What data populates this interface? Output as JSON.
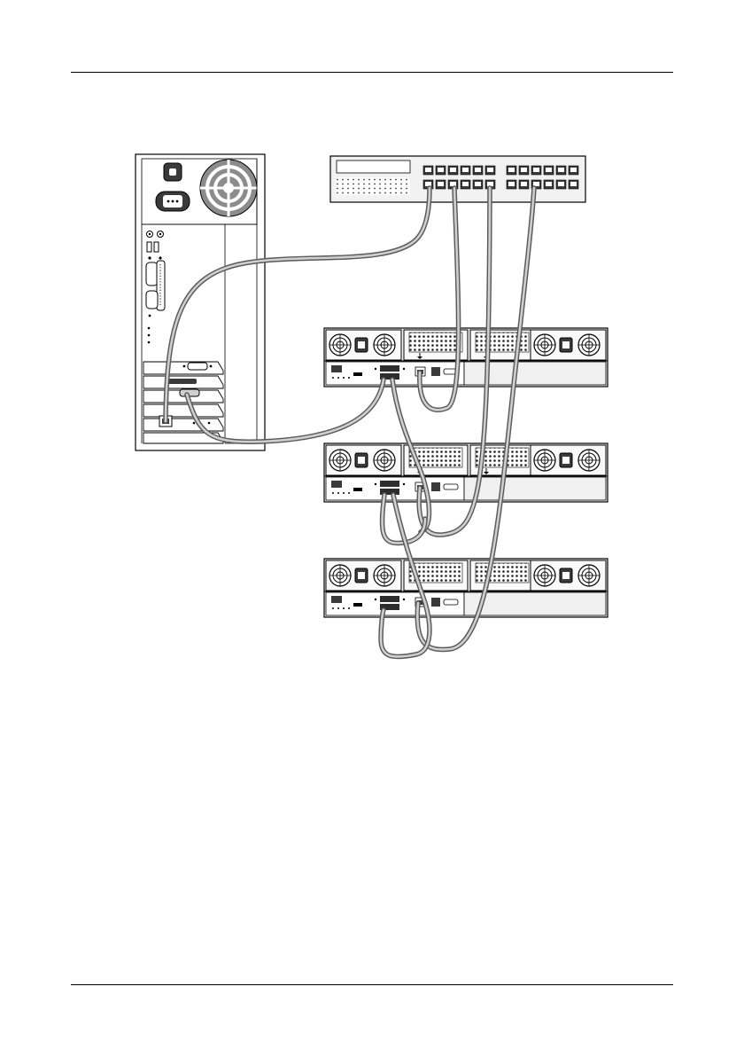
{
  "page": {
    "header_rule": true,
    "footer_rule": true
  },
  "diagram": {
    "description_visible_text": "",
    "devices": [
      {
        "id": "host-computer",
        "kind": "tower-pc-rear",
        "icon": "computer-icon"
      },
      {
        "id": "network-switch",
        "kind": "ethernet-switch",
        "icon": "switch-icon"
      },
      {
        "id": "storage-enclosure-1",
        "kind": "rack-enclosure-rear",
        "icon": "enclosure-icon"
      },
      {
        "id": "storage-enclosure-2",
        "kind": "rack-enclosure-rear",
        "icon": "enclosure-icon"
      },
      {
        "id": "storage-enclosure-3",
        "kind": "rack-enclosure-rear",
        "icon": "enclosure-icon"
      }
    ],
    "connections": [
      {
        "from": "host-computer",
        "to": "network-switch",
        "type": "ethernet"
      },
      {
        "from": "host-computer",
        "to": "storage-enclosure-1",
        "type": "sas"
      },
      {
        "from": "storage-enclosure-1",
        "to": "network-switch",
        "type": "ethernet"
      },
      {
        "from": "storage-enclosure-2",
        "to": "network-switch",
        "type": "ethernet"
      },
      {
        "from": "storage-enclosure-3",
        "to": "network-switch",
        "type": "ethernet"
      },
      {
        "from": "storage-enclosure-1",
        "to": "storage-enclosure-2",
        "type": "sas"
      },
      {
        "from": "storage-enclosure-2",
        "to": "storage-enclosure-3",
        "type": "sas"
      }
    ],
    "colors": {
      "line": "#000000",
      "cable_outer": "#5a5a5a",
      "cable_inner": "#cfcfcf",
      "panel_fill": "#f2f2f2",
      "dark_fill": "#3a3a3a"
    }
  }
}
